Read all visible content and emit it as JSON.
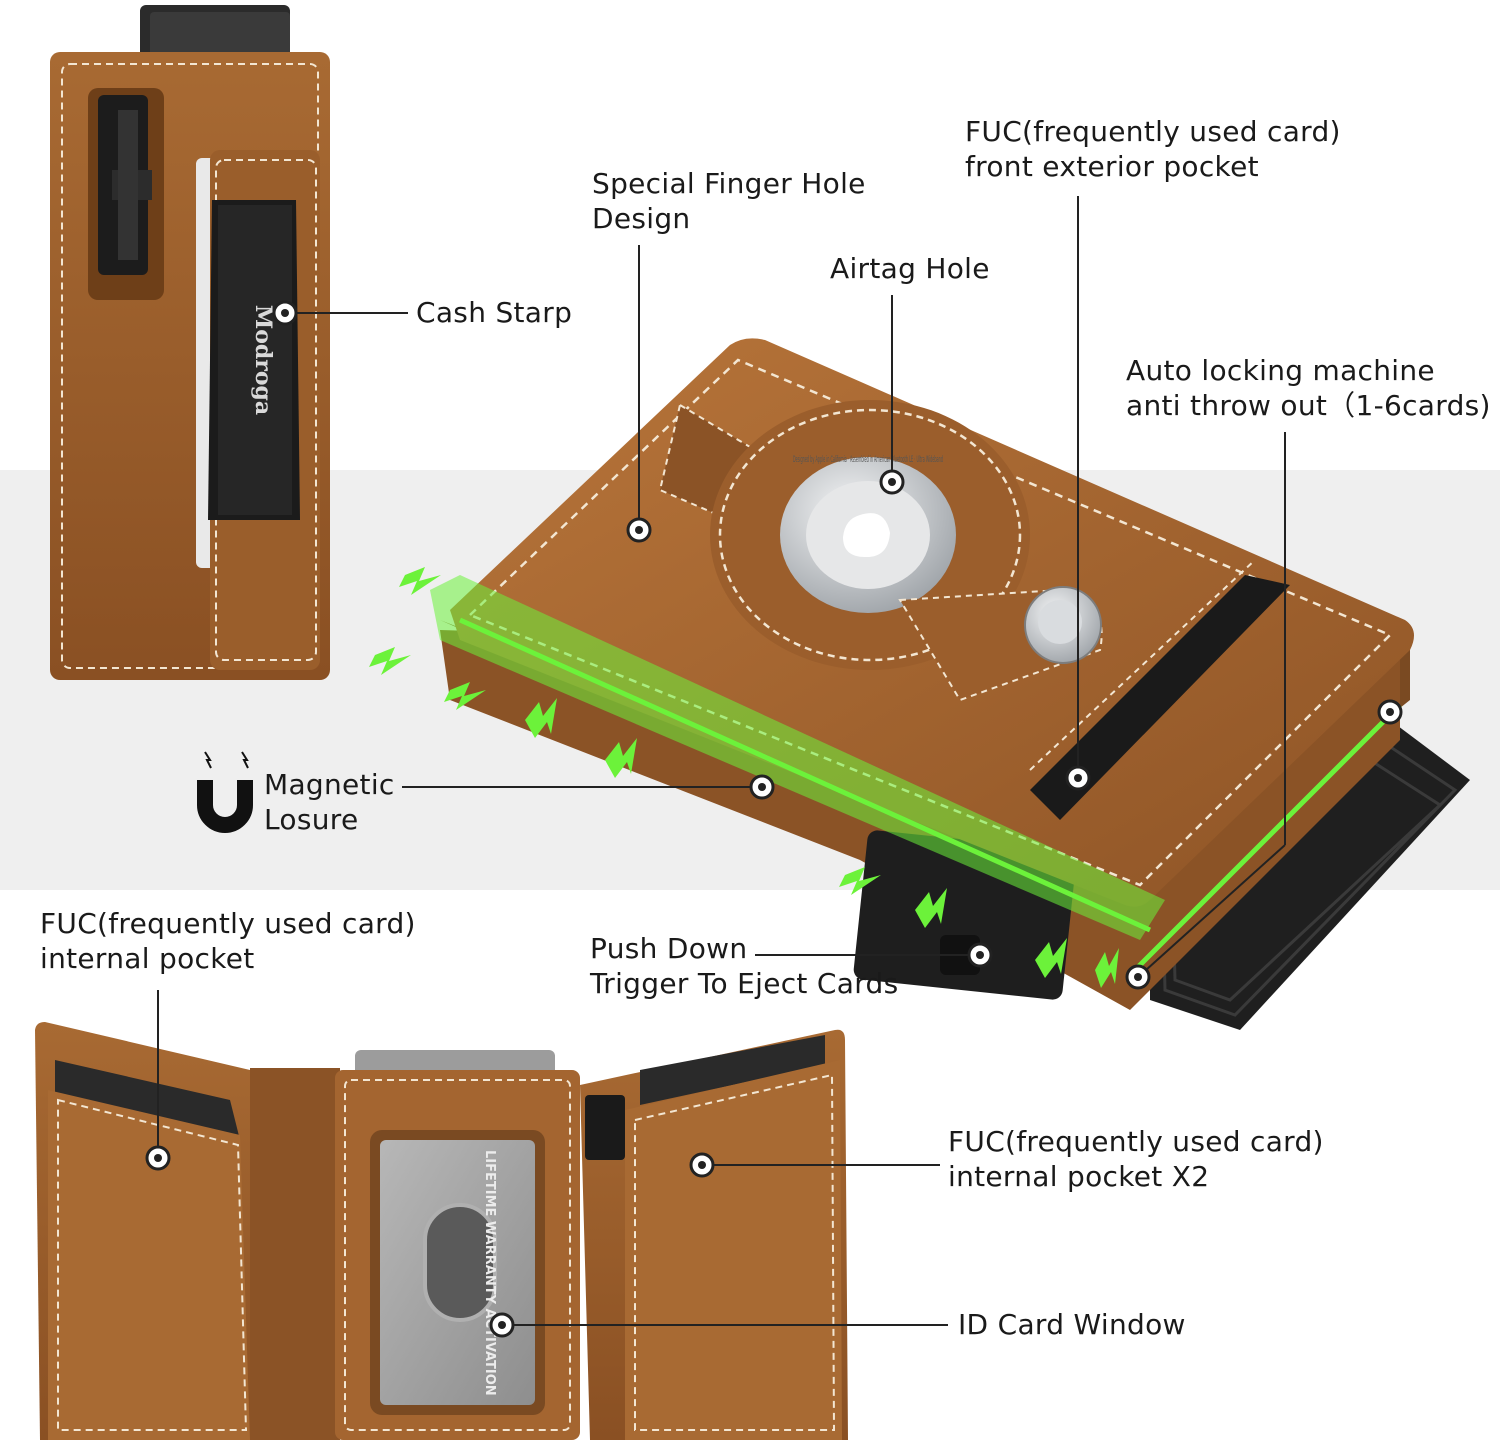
{
  "brand_text": "Modroga",
  "airtag_ring_text": "Designed by Apple in California · Assembled in American Bluetooth LE · Ultra Wideband",
  "id_card_text": "LIFETIME WARRANTY ACTIVATION",
  "colors": {
    "leather": "#a46530",
    "leather_dark": "#7a4a22",
    "stitch": "#f3e6d2",
    "highlight_green": "#6cf23a",
    "metal": "#bfc3c7",
    "cards": "#2f2f2f",
    "band_bg": "#efefef"
  },
  "labels": {
    "cash_strap": "Cash Starp",
    "finger_hole": [
      "Special Finger Hole",
      "Design"
    ],
    "airtag_hole": "Airtag Hole",
    "fuc_front": [
      "FUC(frequently used card)",
      "front exterior pocket"
    ],
    "auto_lock": [
      "Auto locking machine",
      "anti throw out（1-6cards)"
    ],
    "magnetic": [
      "Magnetic",
      "Losure"
    ],
    "fuc_internal": [
      "FUC(frequently used card)",
      "internal pocket"
    ],
    "push_down": [
      "Push Down",
      "Trigger To Eject Cards"
    ],
    "fuc_internal_x2": [
      "FUC(frequently used card)",
      "internal pocket X2"
    ],
    "id_window": "ID Card Window"
  },
  "icons": {
    "magnet": "magnet-icon",
    "callout_dot": "callout-dot-icon",
    "lightning": "lightning-icon"
  }
}
